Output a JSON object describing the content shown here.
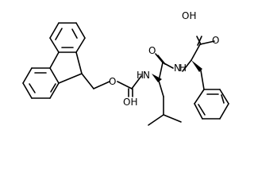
{
  "structure": {
    "atom_labels": {
      "ester_oxygen": "O",
      "carbamate_nh": "N",
      "carbamate_nh_h": "H",
      "carbamate_oh": "OH",
      "amide_oxygen": "O",
      "amide_nh": "N",
      "amide_nh_h": "H",
      "acid_oh": "OH",
      "acid_oxygen": "O"
    }
  }
}
